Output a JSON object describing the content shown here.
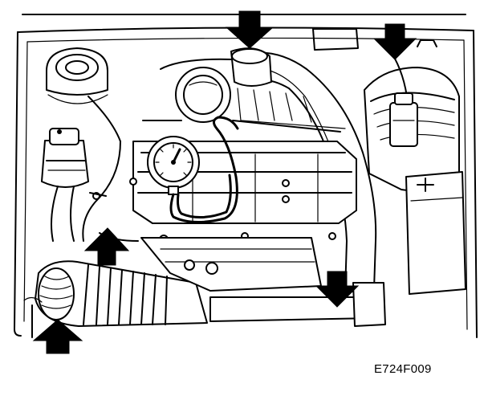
{
  "figure": {
    "code": "E724F009",
    "arrows": [
      {
        "name": "arrow-top-center",
        "direction": "down"
      },
      {
        "name": "arrow-top-right",
        "direction": "down"
      },
      {
        "name": "arrow-mid-left",
        "direction": "up"
      },
      {
        "name": "arrow-bottom-left",
        "direction": "up"
      },
      {
        "name": "arrow-bottom-right",
        "direction": "down"
      }
    ]
  }
}
